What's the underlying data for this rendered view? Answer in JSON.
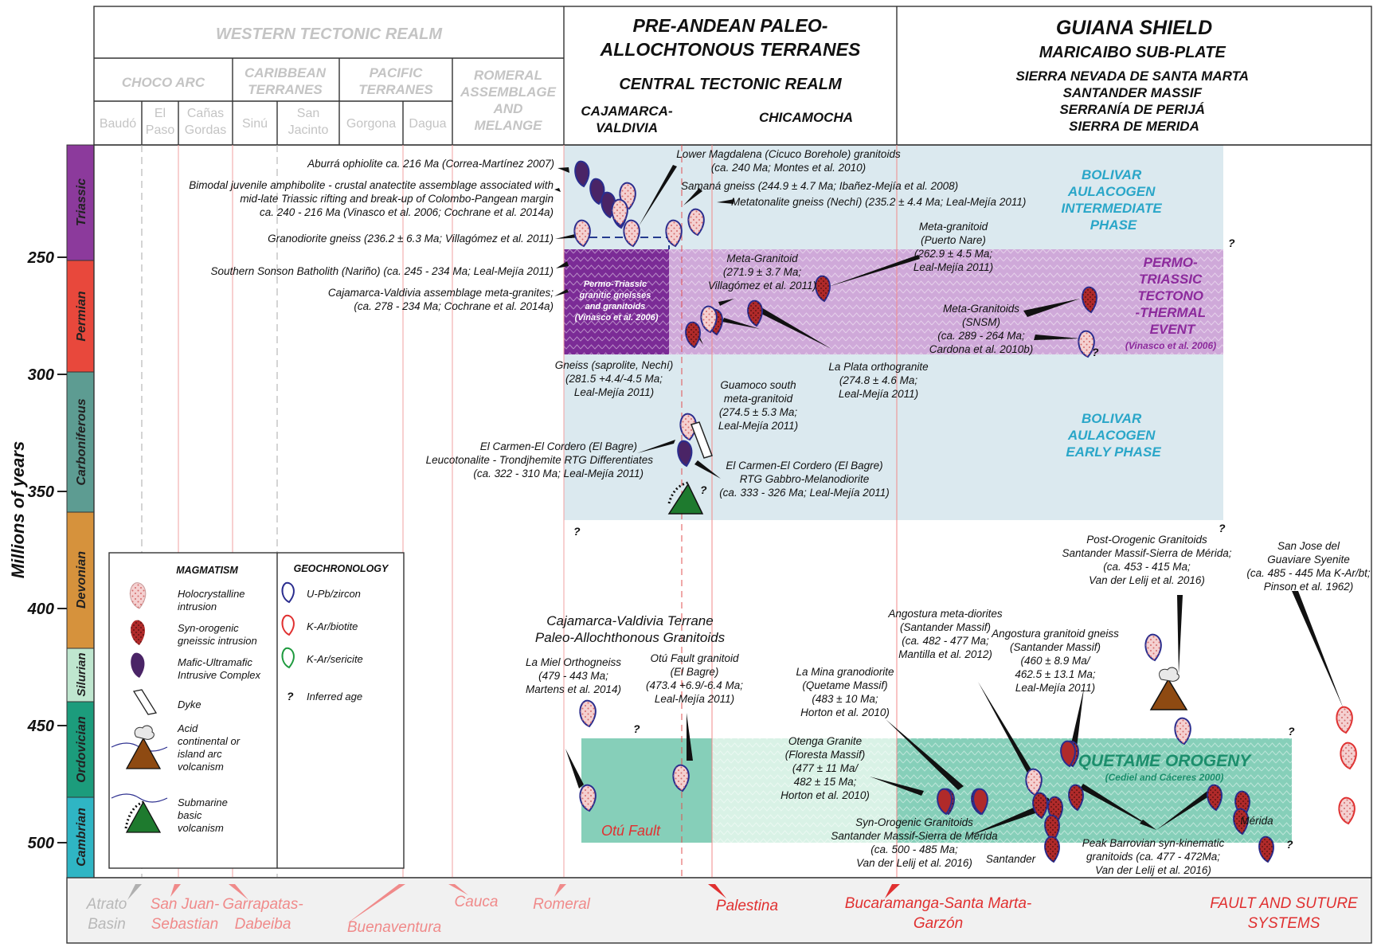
{
  "header": {
    "western_realm": "WESTERN TECTONIC REALM",
    "choco_arc": "CHOCO ARC",
    "caribbean_terranes": [
      "CARIBBEAN",
      "TERRANES"
    ],
    "pacific_terranes": [
      "PACIFIC",
      "TERRANES"
    ],
    "romeral": [
      "ROMERAL",
      "ASSEMBLAGE",
      "AND",
      "MELANGE"
    ],
    "pre_andean": [
      "PRE-ANDEAN PALEO-",
      "ALLOCHTONOUS TERRANES"
    ],
    "central_realm": "CENTRAL TECTONIC REALM",
    "cajamarca": [
      "CAJAMARCA-",
      "VALDIVIA"
    ],
    "chicamocha": "CHICAMOCHA",
    "guiana_shield": "GUIANA SHIELD",
    "guiana_sub": [
      "MARICAIBO SUB-PLATE",
      "SIERRA NEVADA DE SANTA  MARTA",
      "SANTANDER MASSIF",
      "SERRANÍA DE PERIJÁ",
      "SIERRA DE MERIDA"
    ],
    "subcolumns": [
      {
        "label": [
          "Baudó"
        ]
      },
      {
        "label": [
          "El",
          "Paso"
        ]
      },
      {
        "label": [
          "Cañas",
          "Gordas"
        ]
      },
      {
        "label": [
          "Sinú"
        ]
      },
      {
        "label": [
          "San",
          "Jacinto"
        ]
      },
      {
        "label": [
          "Gorgona"
        ]
      },
      {
        "label": [
          "Dagua"
        ]
      }
    ]
  },
  "axis": {
    "ylabel": "Millions of years",
    "ticks": [
      "250",
      "300",
      "350",
      "400",
      "450",
      "500"
    ],
    "periods": [
      "Triassic",
      "Permian",
      "Carboniferous",
      "Devonian",
      "Silurian",
      "Ordovician",
      "Cambrian"
    ]
  },
  "regions": {
    "bolivar_intermediate": [
      "BOLIVAR",
      "AULACOGEN",
      "INTERMEDIATE",
      "PHASE"
    ],
    "permo_triassic_event": [
      "PERMO-",
      "TRIASSIC",
      "TECTONO",
      "-THERMAL",
      "EVENT"
    ],
    "permo_triassic_ref": "(Vinasco et al. 2006)",
    "bolivar_early": [
      "BOLIVAR",
      "AULACOGEN",
      "EARLY PHASE"
    ],
    "permo_box": [
      "Permo-Triassic",
      "granitic gneisses",
      "and granitoids",
      "(Vinasco et al. 2006)"
    ],
    "quetame": "QUETAME OROGENY",
    "quetame_ref": "(Cediel and Cáceres 2000)",
    "otu_fault": "Otú Fault",
    "question": "?"
  },
  "annotations": [
    [
      "Aburrá ophiolite ca. 216 Ma (Correa-Martínez 2007)"
    ],
    [
      "Bimodal juvenile amphibolite - crustal anatectite assemblage associated with",
      "mid-late Triassic rifting and break-up of Colombo-Pangean margin",
      "ca. 240 - 216 Ma (Vinasco et al. 2006; Cochrane et al. 2014a)"
    ],
    [
      "Granodiorite gneiss (236.2 ± 6.3 Ma; Villagómez et al. 2011)"
    ],
    [
      "Southern Sonson Batholith (Nariño) (ca. 245 - 234 Ma; Leal-Mejía 2011)"
    ],
    [
      "Cajamarca-Valdivia assemblage meta-granites;",
      "(ca. 278 - 234 Ma; Cochrane et al. 2014a)"
    ],
    [
      "Lower Magdalena (Cicuco Borehole) granitoids",
      "(ca. 240 Ma; Montes et al. 2010)"
    ],
    [
      "Samaná gneiss (244.9 ± 4.7 Ma; Ibañez-Mejía et al. 2008)"
    ],
    [
      "Metatonalite gneiss (Nechí) (235.2 ± 4.4 Ma; Leal-Mejía 2011)"
    ],
    [
      "Meta-granitoid",
      "(Puerto Nare)",
      "(262.9 ± 4.5 Ma;",
      "Leal-Mejía 2011)"
    ],
    [
      "Meta-Granitoid",
      "(271.9 ± 3.7 Ma;",
      "Villagómez et al. 2011)"
    ],
    [
      "Meta-Granitoids",
      "(SNSM)",
      "(ca. 289 - 264 Ma;",
      "Cardona et al. 2010b)"
    ],
    [
      "Gneiss (saprolite, Nechí)",
      "(281.5 +4.4/-4.5 Ma;",
      "Leal-Mejía 2011)"
    ],
    [
      "Guamoco south",
      "meta-granitoid",
      "(274.5 ± 5.3 Ma;",
      "Leal-Mejía 2011)"
    ],
    [
      "La Plata orthogranite",
      "(274.8 ± 4.6 Ma;",
      "Leal-Mejía 2011)"
    ],
    [
      "El Carmen-El Cordero (El Bagre)",
      "Leucotonalite - Trondjhemite RTG Differentiates",
      "(ca. 322 - 310 Ma; Leal-Mejía 2011)"
    ],
    [
      "El Carmen-El Cordero (El Bagre)",
      "RTG Gabbro-Melanodiorite",
      "(ca. 333 - 326 Ma; Leal-Mejía 2011)"
    ],
    [
      "Post-Orogenic Granitoids",
      "Santander Massif-Sierra de Mérida;",
      "(ca. 453 - 415 Ma;",
      "Van der Lelij et al. 2016)"
    ],
    [
      "San Jose del",
      "Guaviare Syenite",
      "(ca. 485 - 445 Ma K-Ar/bt;",
      "Pinson et al. 1962)"
    ],
    [
      "Angostura meta-diorites",
      "(Santander Massif)",
      "(ca. 482 - 477 Ma;",
      "Mantilla et al. 2012)"
    ],
    [
      "Angostura granitoid gneiss",
      "(Santander Massif)",
      "(460 ± 8.9 Ma/",
      "462.5 ± 13.1 Ma;",
      "Leal-Mejía 2011)"
    ],
    [
      "La Mina granodiorite",
      "(Quetame Massif)",
      "(483 ± 10 Ma;",
      "Horton et al. 2010)"
    ],
    [
      "Cajamarca-Valdivia Terrane",
      "Paleo-Allochthonous Granitoids"
    ],
    [
      "La Miel Orthogneiss",
      "(479 - 443 Ma;",
      "Martens et al. 2014)"
    ],
    [
      "Otú Fault granitoid",
      "(El Bagre)",
      "(473.4 +6.9/-6.4 Ma;",
      "Leal-Mejía 2011)"
    ],
    [
      "Otenga Granite",
      "(Floresta Massif)",
      "(477 ± 11 Ma/",
      "482 ± 15 Ma;",
      "Horton et al. 2010)"
    ],
    [
      "Syn-Orogenic Granitoids",
      "Santander Massif-Sierra de Mérida",
      "(ca. 500 - 485 Ma;",
      "Van der Lelij et al. 2016)"
    ],
    [
      "Santander"
    ],
    [
      "Peak Barrovian syn-kinematic",
      "granitoids (ca. 477 - 472Ma;",
      "Van der Lelij et al. 2016)"
    ],
    [
      "Mérida"
    ]
  ],
  "legend": {
    "magmatism_title": "MAGMATISM",
    "geochronology_title": "GEOCHRONOLOGY",
    "items": [
      [
        "Holocrystalline",
        "intrusion"
      ],
      [
        "Syn-orogenic",
        "gneissic intrusion"
      ],
      [
        "Mafic-Ultramafic",
        "Intrusive Complex"
      ],
      [
        "Dyke"
      ],
      [
        "Acid",
        "continental or",
        "island arc",
        "volcanism"
      ],
      [
        "Submarine",
        "basic",
        "volcanism"
      ]
    ],
    "geochron": [
      "U-Pb/zircon",
      "K-Ar/biotite",
      "K-Ar/sericite"
    ],
    "inferred": "Inferred age",
    "inferred_symbol": "?"
  },
  "faults": [
    [
      "Atrato",
      "Basin"
    ],
    [
      "San Juan-",
      "Sebastian"
    ],
    [
      "Garrapatas-",
      "Dabeiba"
    ],
    [
      "Buenaventura"
    ],
    [
      "Cauca"
    ],
    [
      "Romeral"
    ],
    [
      "Palestina"
    ],
    [
      "Bucaramanga-Santa Marta-",
      "Garzón"
    ],
    [
      "FAULT AND SUTURE",
      "SYSTEMS"
    ]
  ],
  "colors": {
    "bolivar_blue": "#dbe9ef",
    "permo_purple": "#cfa9d9",
    "permo_dark": "#7b2b96",
    "quetame_green": "#86cfb9",
    "quetame_light": "#d9f2e6",
    "fault_red": "#e03030",
    "fault_pink": "#f08a8a",
    "cyan_label": "#2aa6c8",
    "purple_label": "#8c2a9c"
  }
}
